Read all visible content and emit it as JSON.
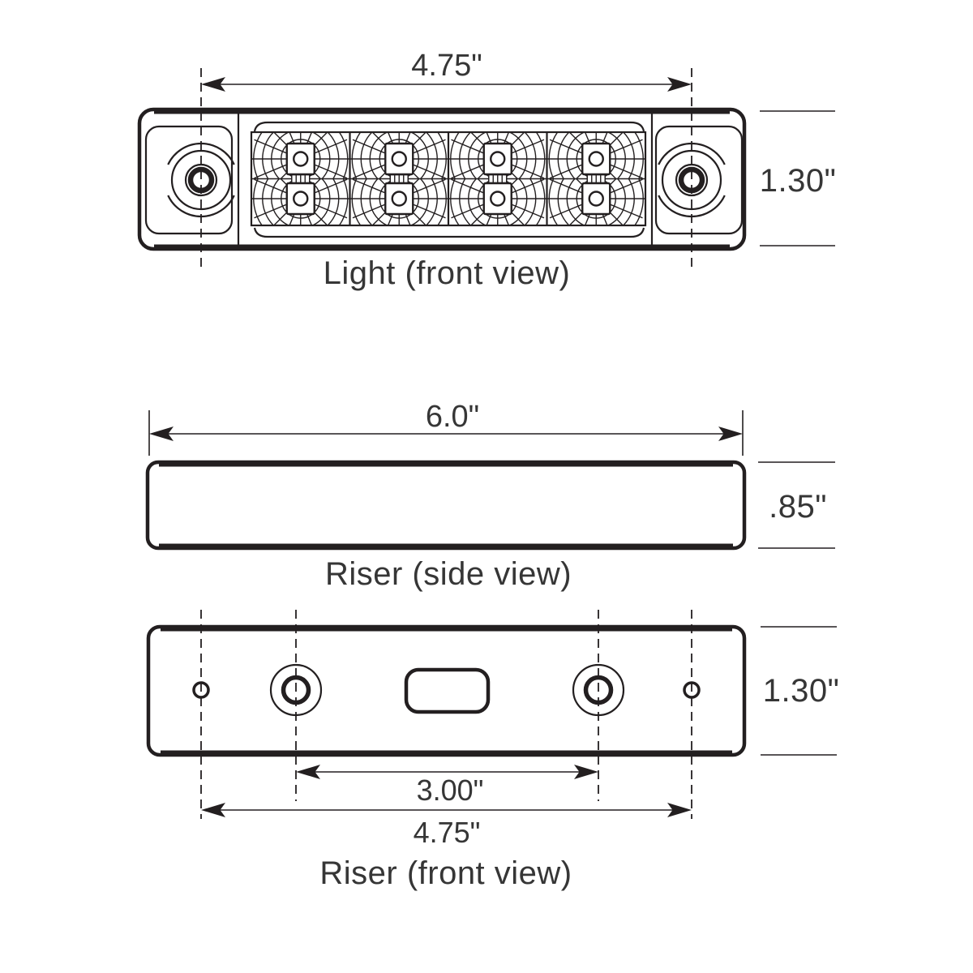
{
  "diagram": {
    "colors": {
      "line": "#231f20",
      "text": "#363636",
      "background": "#ffffff"
    },
    "light_front": {
      "label": "Light (front view)",
      "width_dim": "4.75\"",
      "height_dim": "1.30\"",
      "led_rows": 2,
      "led_columns": 4,
      "led_count": 8
    },
    "riser_side": {
      "label": "Riser (side view)",
      "width_dim": "6.0\"",
      "height_dim": ".85\""
    },
    "riser_front": {
      "label": "Riser (front view)",
      "hole_spacing_dim": "3.00\"",
      "mount_span_dim": "4.75\"",
      "height_dim": "1.30\""
    }
  }
}
